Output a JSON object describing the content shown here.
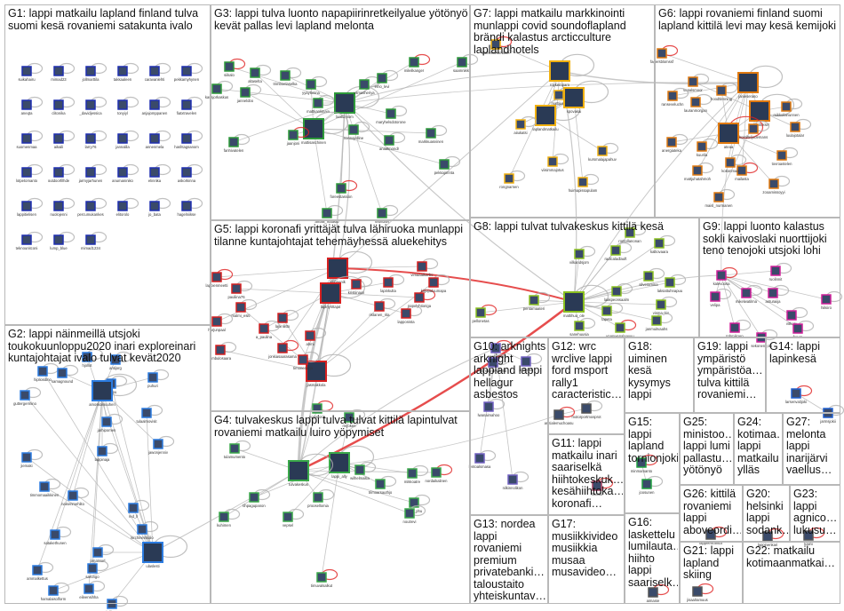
{
  "colors": {
    "G1": "#1f2fb0",
    "G2": "#2b7be0",
    "G3": "#2e9a3a",
    "G4": "#3aa84a",
    "G5": "#d62020",
    "G6": "#e07a10",
    "G7": "#f0b010",
    "G8": "#8ac020",
    "G9": "#d0209a",
    "G10": "#7060c0",
    "G11": "#a04060",
    "G13": "#c03030",
    "G14": "#2060d0",
    "G15": "#20a040",
    "edge": "#b0b0b0",
    "edge_red": "#e02020"
  },
  "groups": [
    {
      "id": "G1",
      "label": "G1: lappi matkailu lapland finland tulva suomi kesä rovaniemi satakunta ivalo",
      "nodes": [
        "suikahairu",
        "mimad23",
        "jollmarttila",
        "takkaaleen",
        "caravanlehti",
        "pekkamyhynen",
        "aneqta",
        "clitonika",
        "_davidjessica",
        "tonyiyl",
        "anjajomppanen",
        "fiatxtravelen",
        "suomenmaa",
        "aikaili",
        "larry76",
        "jannalila",
        "annenmela",
        "hashtagsanom",
        "lotpetomanto",
        "outdoorfilhde",
        "jarmyjarhunen",
        "anumaniniko",
        "elinriika",
        "askorkinna",
        "lappitielisen",
        "nuolojenni",
        "percumukankes",
        "elitorolo",
        "jo_bata",
        "hagelniikse",
        "teknounitconi",
        "lump_blue",
        "mimad1234"
      ]
    },
    {
      "id": "G2",
      "label": "G2: lappi näinmeillä utsjoki toukokuunloppu2020 inari exploreinari kuntajohtajat ivalo tulvat kevät2020",
      "nodes": [
        "hjollot",
        "antijorg",
        "hipliosibno",
        "samagnound",
        "jlumpu",
        "puhuri",
        "guttergermino",
        "jarhipomen",
        "tulaalmovisit",
        "lappinaja",
        "jiemaki",
        "jawonjenniv",
        "timmomaaikkinen",
        "naisenmehlito",
        "red_ll",
        "satakethunen",
        "kirchineimulio",
        "ammalkettus",
        "pmaksarl",
        "ulaslesti",
        "hamalaisolform",
        "eileensihha",
        "elpjllenno",
        "sarungo",
        "amoskainuuhen"
      ]
    },
    {
      "id": "G3",
      "label": "G3: lappi tulva luonto napapiirinretkeilyalue yötönyö kevät pallas levi lapland melonta",
      "nodes": [
        "siikalo",
        "altaselta",
        "trimboelaselka",
        "yyaylonina",
        "kassjorkaskus",
        "jannelobo",
        "mattkanlimaia",
        "laatunnom",
        "viimasheriya",
        "emo_levi",
        "mileilkanger",
        "saamnikku",
        "mattisaschinen",
        "nonnajelline",
        "fanhivatelen",
        "jaanjoni",
        "maryhelsdotorone",
        "markkuasvinen",
        "anaalmondr",
        "pekkajorinta",
        "foreestassion",
        "amaill_maasto",
        "teuvoavi"
      ]
    },
    {
      "id": "G4",
      "label": "G4: tulvakeskus lappi tulva tulvat kittilä lapintulvat rovaniemi matkailu luiro yöpymiset",
      "nodes": [
        "noinstoria",
        "mrjoken",
        "tulamumento",
        "lappi_ally",
        "tulvakeskus",
        "tihpagupanon",
        "kuhimen",
        "vepsel",
        "proosellomia",
        "mikkoatre",
        "nordaikalinen",
        "wilhelmaitia",
        "carja_phu",
        "trimoarsauthjo",
        "noutrevi",
        "timuvalsalkut"
      ]
    },
    {
      "id": "G5",
      "label": "G5: lappi koronafi yrittäjät tulva lähiruoka munlappi tilanne kuntajohtajat tehemäyhessä aluekehitys",
      "nodes": [
        "lappienmeetti",
        "pauliina76",
        "malmi_esiti",
        "harjunpaal",
        "valonenik",
        "lapinyrittajat",
        "kristiinaxx",
        "lapinkulta",
        "ristanen_rita",
        "jasmakkola",
        "popelyhtioriga",
        "lapinliitto",
        "ahmi",
        "a_paulina",
        "ambulosaara",
        "jonkiasaarasama",
        "timonenarjo",
        "kirjopaluumapa",
        "vimaaatkarbe",
        "lapponista"
      ]
    },
    {
      "id": "G6",
      "label": "G6: lappi rovaniemi finland suomi lapland kittilä levi may kesä kemijoki",
      "nodes": [
        "fagersblomssf",
        "vepalsmoor",
        "lauranmorgan",
        "ranseveluchn",
        "janieseraso",
        "hoodtlenning",
        "senlaitokset",
        "mikkoilanunnen",
        "anergiateka",
        "kuurila",
        "ateaa",
        "hostilteljudemans",
        "mattjuhatahmoh",
        "luulajotalar",
        "tovroastelen",
        "mailasta",
        "maisl_nurmanen",
        "zooamissoyyi",
        "kokonmaa"
      ]
    },
    {
      "id": "G7",
      "label": "G7: lappi matkailu markkinointi munlappi covid soundoflapland brändi kalastus arcticculture laplandhotels",
      "nodes": [
        "samtmanomanin",
        "roykemparo",
        "mattijuna",
        "laplandmatkailu",
        "spovakai",
        "aiiukatsi",
        "viisimmajotus",
        "kursmalajapahuv",
        "huimapissapulam",
        "rongnarnen"
      ]
    },
    {
      "id": "G8",
      "label": "G8: lappi tulvat tulvakeskus kittilä kesä",
      "nodes": [
        "pellonetas",
        "rontollanonan",
        "kalliovaara",
        "vilkandsjom",
        "radicaladlauft",
        "silveramina",
        "laksattuhnapuu",
        "pentamaateri",
        "mattihuu_ole",
        "tapeta",
        "ynanwenalaavuu",
        "visma_kis",
        "janmuitvaahs",
        "sanehuusia",
        "laakpeonsaalm"
      ]
    },
    {
      "id": "G9",
      "label": "G9: lappi luonto kalastus sokli kaivoslaki nuorttijoki teno tenojoki utsjoki lohi",
      "nodes": [
        "kalevoosa",
        "mikelwatilma",
        "ruolinnit",
        "velipa",
        "anturaiija",
        "hiikiiro",
        "vithory",
        "forum",
        "tohmikoen",
        "sekonen_olli"
      ]
    },
    {
      "id": "G10",
      "label": "G10: arknights arknight lappland lappi hellagur asbestos",
      "nodes": [
        "soranaysi",
        "mintsunnvoilemi",
        "alkanatti",
        "lwanaimahoo",
        "lentoalsmasa",
        "nilkinnolikon"
      ]
    },
    {
      "id": "G11",
      "label": "G11: lappi matkailu inari saariselkä hiihtokeskuk… kesähiihtoka… koronafi…",
      "nodes": [
        "hanski"
      ]
    },
    {
      "id": "G12",
      "label": "G12: wrc wrclive lappi ford msport rally1 caracteristic…",
      "nodes": [
        "arctialemuchoasu",
        "motorportmosprot"
      ]
    },
    {
      "id": "G13",
      "label": "G13: nordea lappi rovaniemi premium privatebanki… taloustaito yhteiskuntav…",
      "nodes": []
    },
    {
      "id": "G14",
      "label": "G14: lappi lapinkesä",
      "nodes": [
        "larsenvalijoki",
        "jarmsjokii"
      ]
    },
    {
      "id": "G15",
      "label": "G15: lappi lapland tornionjoki",
      "nodes": [
        "minmamanto",
        "joosunen"
      ]
    },
    {
      "id": "G16",
      "label": "G16: laskettelu lumilauta… hiihto lappi saariselk…",
      "nodes": [
        "aimanie"
      ]
    },
    {
      "id": "G17",
      "label": "G17: musiikkivideo musiikkia musaa musavideo…",
      "nodes": []
    },
    {
      "id": "G18",
      "label": "G18: uiminen kesä kysymys lappi",
      "nodes": []
    },
    {
      "id": "G19",
      "label": "G19: lappi ympäristö ympäristöa… tulva kittilä rovaniemi…",
      "nodes": []
    },
    {
      "id": "G20",
      "label": "G20: helsinki lappi sodank…",
      "nodes": [
        "lappinenkari"
      ]
    },
    {
      "id": "G21",
      "label": "G21: lappi lapland skiing",
      "nodes": [
        "jisaalramuus"
      ]
    },
    {
      "id": "G22",
      "label": "G22: matkailu kotimaanmatkai…",
      "nodes": []
    },
    {
      "id": "G23",
      "label": "G23: lappi agnico… lukusu…",
      "nodes": [
        "kaiini"
      ]
    },
    {
      "id": "G24",
      "label": "G24: kotimaa… lappi matkailu ylläs",
      "nodes": []
    },
    {
      "id": "G25",
      "label": "G25: ministoo… lappi lumi pallastu… yötönyö",
      "nodes": []
    },
    {
      "id": "G26",
      "label": "G26: kittilä rovaniemi lappi aboveordi…",
      "nodes": [
        "lappeenrantta"
      ]
    },
    {
      "id": "G27",
      "label": "G27: melonta lappi inarijärvi vaellus…",
      "nodes": []
    }
  ]
}
